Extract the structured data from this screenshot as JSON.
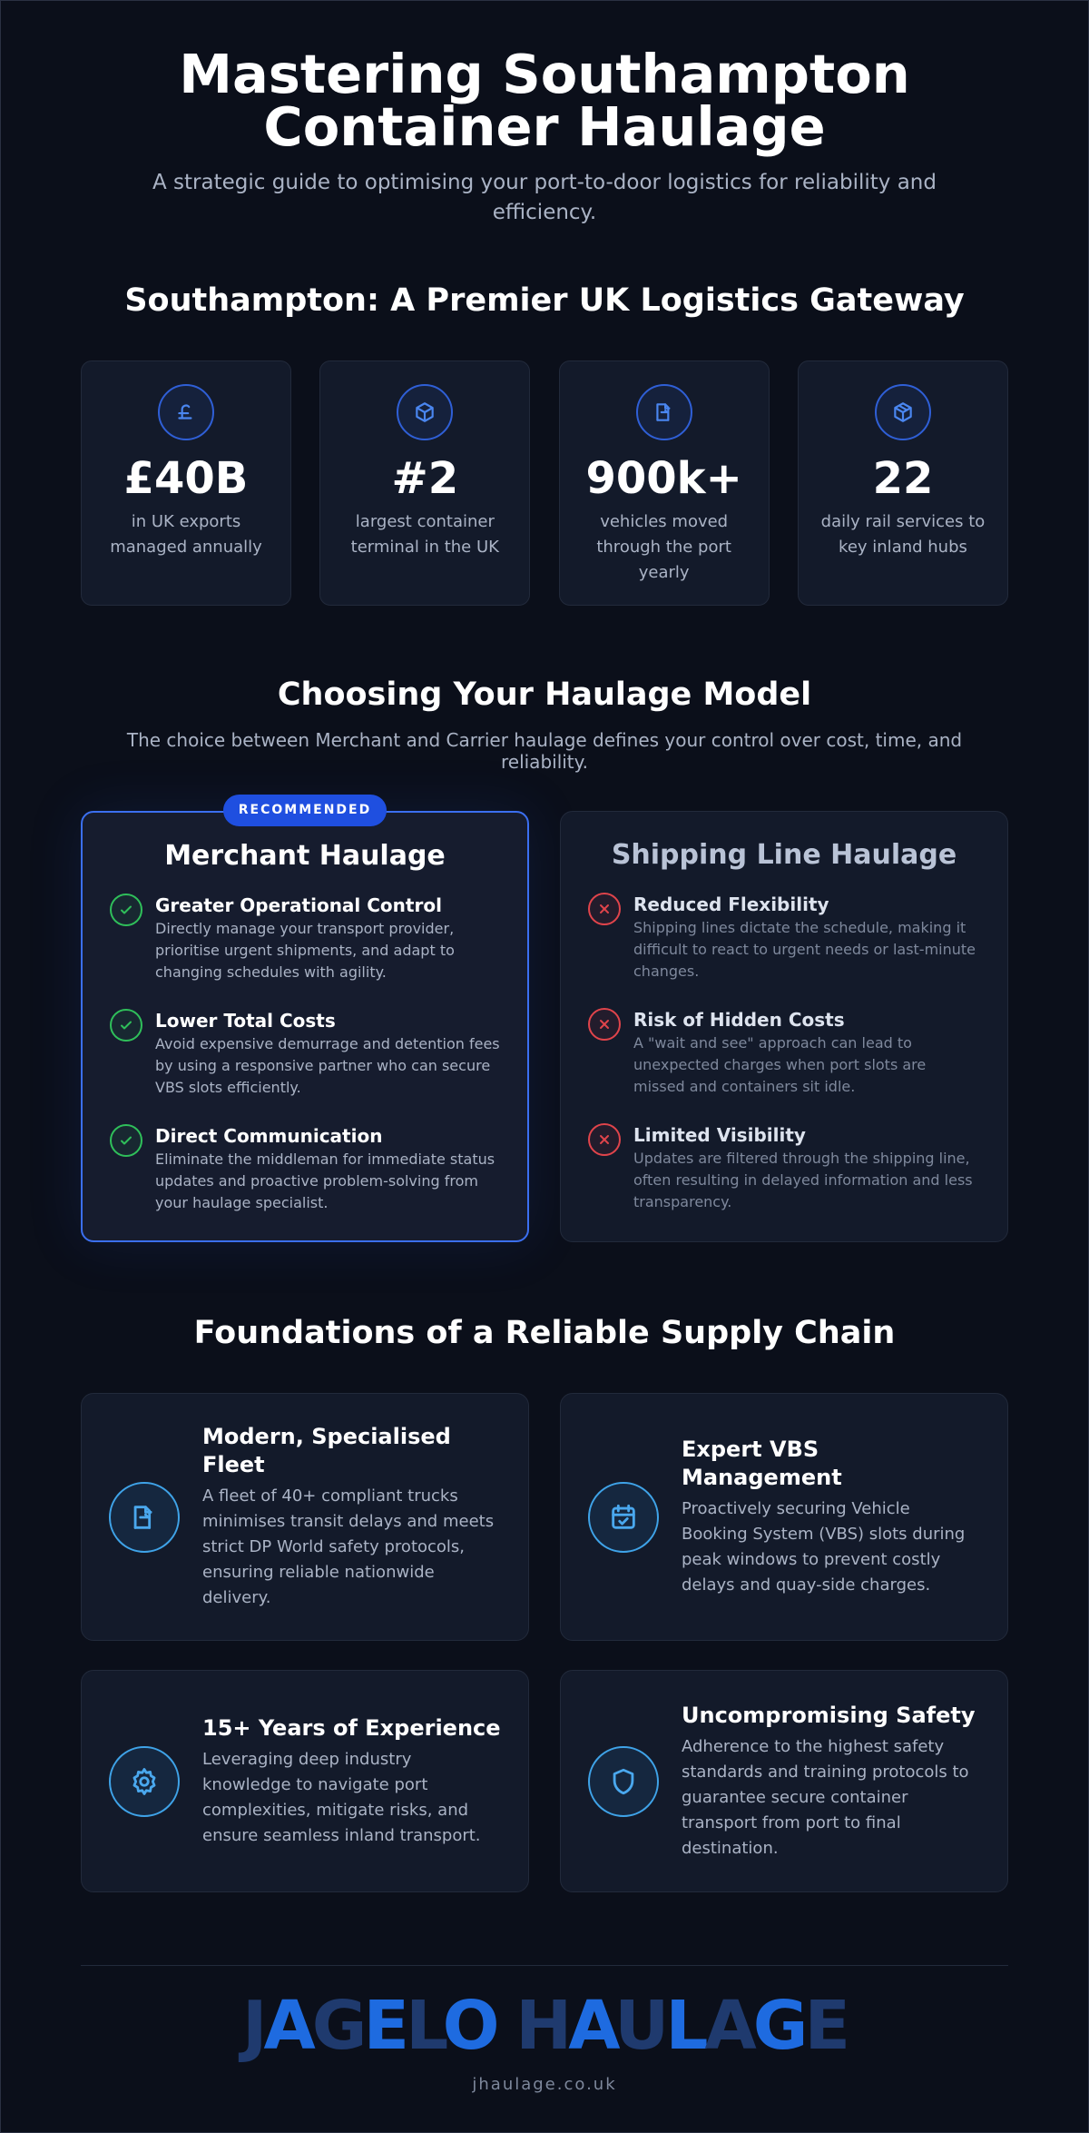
{
  "hero": {
    "title": "Mastering Southampton Container Haulage",
    "subtitle": "A strategic guide to optimising your port-to-door logistics for reliability and efficiency."
  },
  "stats_section": {
    "title": "Southampton: A Premier UK Logistics Gateway",
    "items": [
      {
        "icon": "pound-icon",
        "value": "£40B",
        "label": "in UK exports managed annually"
      },
      {
        "icon": "box-icon",
        "value": "#2",
        "label": "largest container terminal in the UK"
      },
      {
        "icon": "truck-icon",
        "value": "900k+",
        "label": "vehicles moved through the port yearly"
      },
      {
        "icon": "box-icon",
        "value": "22",
        "label": "daily rail services to key inland hubs"
      }
    ]
  },
  "models_section": {
    "title": "Choosing Your Haulage Model",
    "subtitle": "The choice between Merchant and Carrier haulage defines your control over cost, time, and reliability.",
    "merchant": {
      "badge": "RECOMMENDED",
      "title": "Merchant Haulage",
      "features": [
        {
          "title": "Greater Operational Control",
          "desc": "Directly manage your transport provider, prioritise urgent shipments, and adapt to changing schedules with agility."
        },
        {
          "title": "Lower Total Costs",
          "desc": "Avoid expensive demurrage and detention fees by using a responsive partner who can secure VBS slots efficiently."
        },
        {
          "title": "Direct Communication",
          "desc": "Eliminate the middleman for immediate status updates and proactive problem-solving from your haulage specialist."
        }
      ]
    },
    "shipping": {
      "title": "Shipping Line Haulage",
      "features": [
        {
          "title": "Reduced Flexibility",
          "desc": "Shipping lines dictate the schedule, making it difficult to react to urgent needs or last-minute changes."
        },
        {
          "title": "Risk of Hidden Costs",
          "desc": "A \"wait and see\" approach can lead to unexpected charges when port slots are missed and containers sit idle."
        },
        {
          "title": "Limited Visibility",
          "desc": "Updates are filtered through the shipping line, often resulting in delayed information and less transparency."
        }
      ]
    }
  },
  "foundations_section": {
    "title": "Foundations of a Reliable Supply Chain",
    "items": [
      {
        "icon": "truck-icon",
        "title": "Modern, Specialised Fleet",
        "desc": "A fleet of 40+ compliant trucks minimises transit delays and meets strict DP World safety protocols, ensuring reliable nationwide delivery."
      },
      {
        "icon": "calendar-check-icon",
        "title": "Expert VBS Management",
        "desc": "Proactively securing Vehicle Booking System (VBS) slots during peak windows to prevent costly delays and quay-side charges."
      },
      {
        "icon": "gear-icon",
        "title": "15+ Years of Experience",
        "desc": "Leveraging deep industry knowledge to navigate port complexities, mitigate risks, and ensure seamless inland transport."
      },
      {
        "icon": "shield-icon",
        "title": "Uncompromising Safety",
        "desc": "Adherence to the highest safety standards and training protocols to guarantee secure container transport from port to final destination."
      }
    ]
  },
  "footer": {
    "logo_text": "JAGELO HAULAGE",
    "website": "jhaulage.co.uk"
  },
  "colors": {
    "background": "#0b0f1a",
    "card": "#131a2a",
    "accent_blue": "#3b6ff0",
    "check_green": "#2fbf5a",
    "cross_red": "#e0444b",
    "icon_cyan": "#3fa3e8"
  }
}
